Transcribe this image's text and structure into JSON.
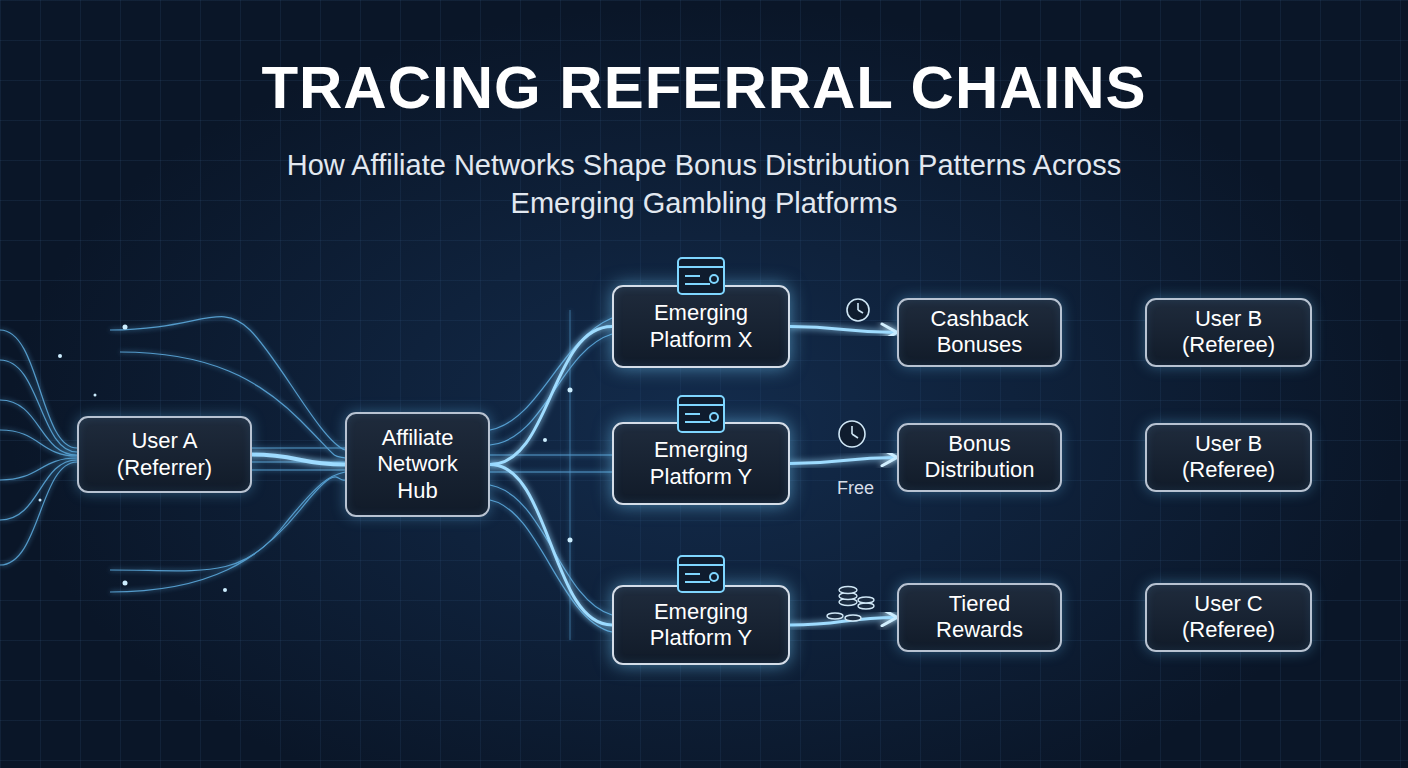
{
  "diagram": {
    "title": "TRACING REFERRAL CHAINS",
    "nodes": [
      {
        "text": [
          "User A (Referrer)"
        ]
      },
      {
        "text": [
          "Affiliate Network Hub"
        ]
      },
      {
        "text": [
          "Emerging Platform X"
        ]
      },
      {
        "text": [
          "Cashback Bonuses"
        ]
      },
      {
        "text": [
          "User B (Referee)"
        ]
      },
      {
        "text": [
          "Emerging Platform Y"
        ]
      },
      {
        "text": [
          "Bonus Distribution"
        ]
      },
      {
        "text": [
          "User B (Referee)"
        ]
      },
      {
        "text": [
          "Emerging Platform Y"
        ]
      },
      {
        "text": [
          "Tiered Rewards"
        ]
      },
      {
        "text": [
          "User C (Referee)"
        ]
      }
    ],
    "edges": [
      {
        "from": 0,
        "to": 1,
        "arrow": "none"
      },
      {
        "from": 1,
        "to": 2,
        "arrow": "none"
      },
      {
        "from": 1,
        "to": 5,
        "arrow": "none"
      },
      {
        "from": 1,
        "to": 8,
        "arrow": "none"
      },
      {
        "from": 2,
        "to": 3,
        "arrow": "to"
      },
      {
        "from": 3,
        "to": 4,
        "arrow": "to"
      },
      {
        "from": 5,
        "to": 6,
        "arrow": "to",
        "label": "Free"
      },
      {
        "from": 6,
        "to": 7,
        "arrow": "to"
      },
      {
        "from": 8,
        "to": 9,
        "arrow": "to"
      },
      {
        "from": 9,
        "to": 10,
        "arrow": "to"
      }
    ],
    "labels": [
      "How Affiliate Networks Shape Bonus Distribution Patterns Across Emerging Gambling Platforms"
    ]
  }
}
